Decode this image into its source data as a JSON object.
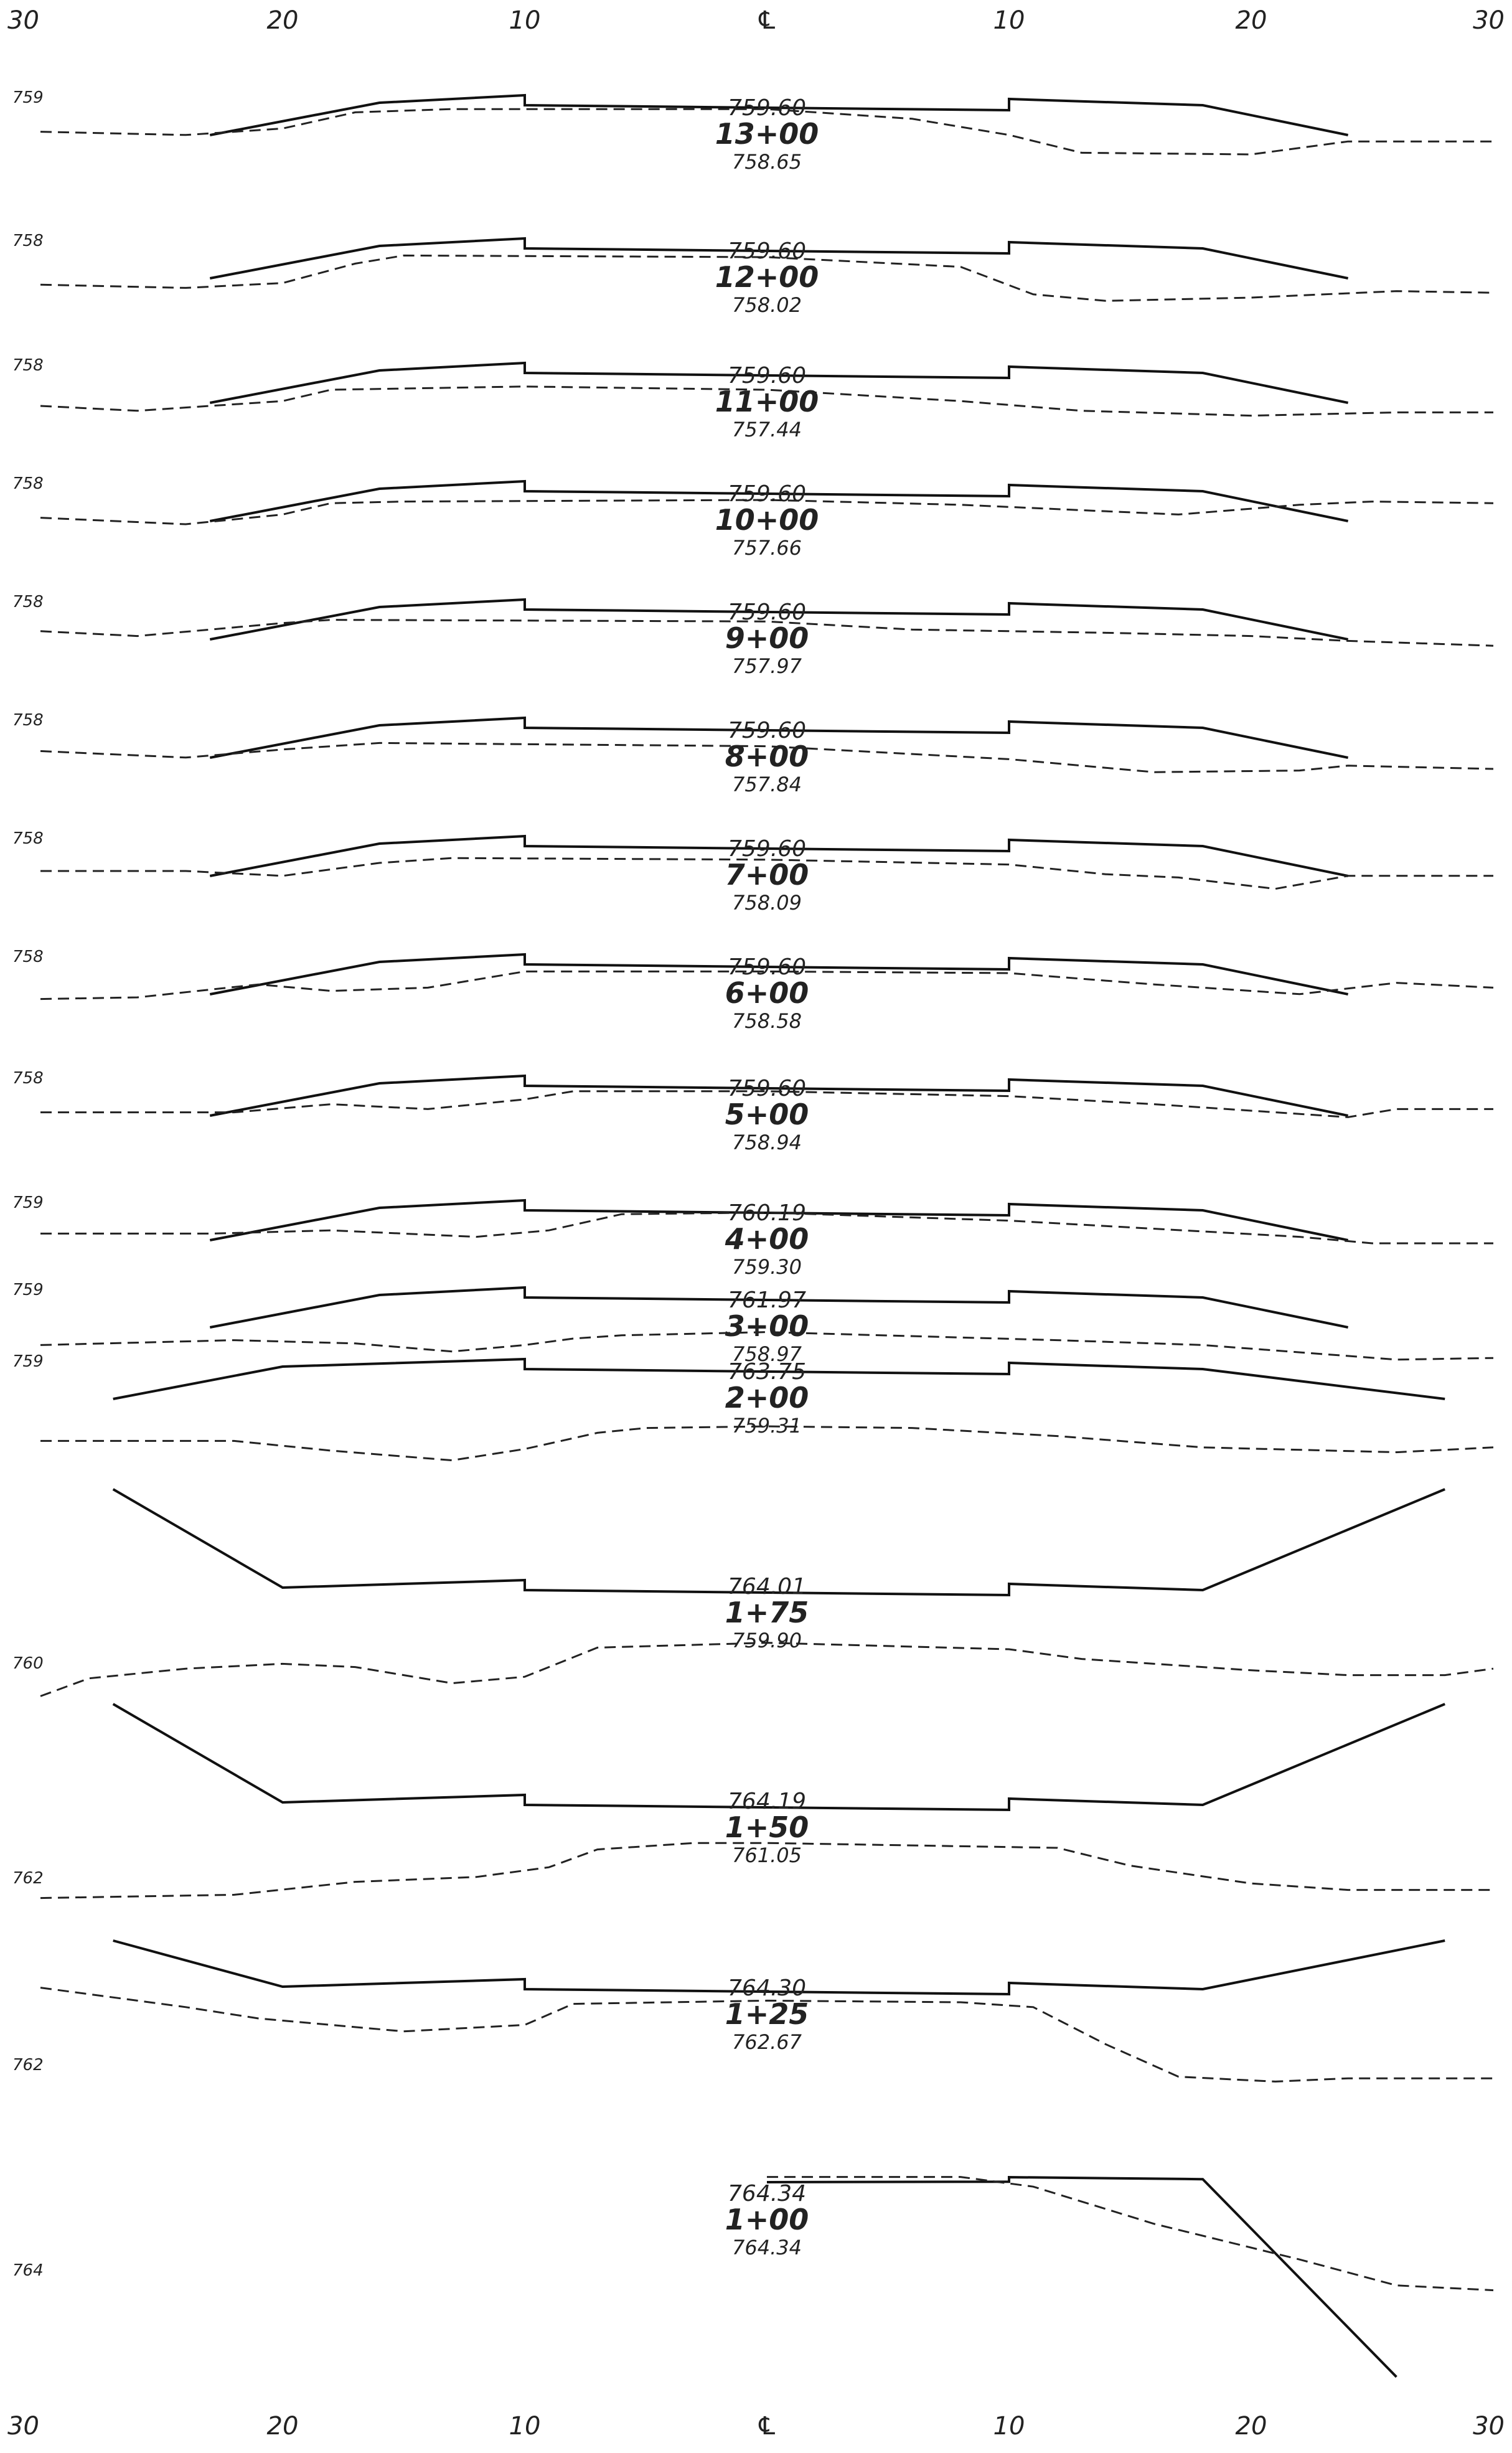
{
  "axis": {
    "ticks": [
      "30",
      "20",
      "10",
      "℄",
      "10",
      "20",
      "30"
    ],
    "tick_offsets_ft": [
      -30,
      -20,
      -10,
      0,
      10,
      20,
      30
    ]
  },
  "sections": [
    {
      "elev_label": "759",
      "station": "13+00",
      "grade_elev": "759.60",
      "ground_elev": "758.65",
      "ground_profile": [
        [
          -30,
          -1.6
        ],
        [
          -24,
          -1.8
        ],
        [
          -20,
          -1.4
        ],
        [
          -17,
          -0.4
        ],
        [
          -13,
          -0.2
        ],
        [
          0,
          -0.2
        ],
        [
          6,
          -0.8
        ],
        [
          10,
          -1.8
        ],
        [
          13,
          -2.9
        ],
        [
          20,
          -3.0
        ],
        [
          24,
          -2.2
        ],
        [
          30,
          -2.2
        ]
      ]
    },
    {
      "elev_label": "758",
      "station": "12+00",
      "grade_elev": "759.60",
      "ground_elev": "758.02",
      "ground_profile": [
        [
          -30,
          -2.2
        ],
        [
          -24,
          -2.4
        ],
        [
          -20,
          -2.1
        ],
        [
          -17,
          -0.9
        ],
        [
          -15,
          -0.4
        ],
        [
          0,
          -0.5
        ],
        [
          8,
          -1.1
        ],
        [
          11,
          -2.8
        ],
        [
          14,
          -3.2
        ],
        [
          20,
          -3.0
        ],
        [
          26,
          -2.6
        ],
        [
          30,
          -2.7
        ]
      ]
    },
    {
      "elev_label": "758",
      "station": "11+00",
      "grade_elev": "759.60",
      "ground_elev": "757.44",
      "ground_profile": [
        [
          -30,
          -2.0
        ],
        [
          -26,
          -2.3
        ],
        [
          -20,
          -1.7
        ],
        [
          -18,
          -1.0
        ],
        [
          -10,
          -0.8
        ],
        [
          0,
          -1.0
        ],
        [
          8,
          -1.7
        ],
        [
          13,
          -2.3
        ],
        [
          20,
          -2.6
        ],
        [
          26,
          -2.4
        ],
        [
          30,
          -2.4
        ]
      ]
    },
    {
      "elev_label": "758",
      "station": "10+00",
      "grade_elev": "759.60",
      "ground_elev": "757.66",
      "ground_profile": [
        [
          -30,
          -1.6
        ],
        [
          -24,
          -2.0
        ],
        [
          -20,
          -1.4
        ],
        [
          -18,
          -0.7
        ],
        [
          -15,
          -0.6
        ],
        [
          0,
          -0.5
        ],
        [
          8,
          -0.8
        ],
        [
          17,
          -1.4
        ],
        [
          22,
          -0.8
        ],
        [
          25,
          -0.6
        ],
        [
          30,
          -0.7
        ]
      ]
    },
    {
      "elev_label": "758",
      "station": "9+00",
      "grade_elev": "759.60",
      "ground_elev": "757.97",
      "ground_profile": [
        [
          -30,
          -1.3
        ],
        [
          -26,
          -1.6
        ],
        [
          -20,
          -0.8
        ],
        [
          -18,
          -0.6
        ],
        [
          0,
          -0.7
        ],
        [
          6,
          -1.2
        ],
        [
          14,
          -1.4
        ],
        [
          20,
          -1.6
        ],
        [
          24,
          -1.9
        ],
        [
          30,
          -2.2
        ]
      ]
    },
    {
      "elev_label": "758",
      "station": "8+00",
      "grade_elev": "759.60",
      "ground_elev": "757.84",
      "ground_profile": [
        [
          -30,
          -1.4
        ],
        [
          -24,
          -1.8
        ],
        [
          -20,
          -1.3
        ],
        [
          -16,
          -0.9
        ],
        [
          0,
          -1.1
        ],
        [
          10,
          -1.9
        ],
        [
          16,
          -2.7
        ],
        [
          22,
          -2.6
        ],
        [
          24,
          -2.3
        ],
        [
          30,
          -2.5
        ]
      ]
    },
    {
      "elev_label": "758",
      "station": "7+00",
      "grade_elev": "759.60",
      "ground_elev": "758.09",
      "ground_profile": [
        [
          -30,
          -1.5
        ],
        [
          -24,
          -1.5
        ],
        [
          -20,
          -1.8
        ],
        [
          -16,
          -1.0
        ],
        [
          -13,
          -0.7
        ],
        [
          0,
          -0.8
        ],
        [
          10,
          -1.1
        ],
        [
          14,
          -1.7
        ],
        [
          17,
          -1.9
        ],
        [
          21,
          -2.6
        ],
        [
          24,
          -1.8
        ],
        [
          30,
          -1.8
        ]
      ]
    },
    {
      "elev_label": "758",
      "station": "6+00",
      "grade_elev": "759.60",
      "ground_elev": "758.58",
      "ground_profile": [
        [
          -30,
          -2.1
        ],
        [
          -26,
          -2.0
        ],
        [
          -21,
          -1.2
        ],
        [
          -18,
          -1.6
        ],
        [
          -14,
          -1.4
        ],
        [
          -10,
          -0.4
        ],
        [
          0,
          -0.4
        ],
        [
          10,
          -0.5
        ],
        [
          16,
          -1.2
        ],
        [
          22,
          -1.8
        ],
        [
          26,
          -1.1
        ],
        [
          30,
          -1.4
        ]
      ]
    },
    {
      "elev_label": "758",
      "station": "5+00",
      "grade_elev": "759.60",
      "ground_elev": "758.94",
      "ground_profile": [
        [
          -30,
          -1.6
        ],
        [
          -22,
          -1.6
        ],
        [
          -18,
          -1.1
        ],
        [
          -14,
          -1.4
        ],
        [
          -10,
          -0.8
        ],
        [
          -8,
          -0.3
        ],
        [
          0,
          -0.3
        ],
        [
          10,
          -0.6
        ],
        [
          16,
          -1.1
        ],
        [
          24,
          -1.9
        ],
        [
          26,
          -1.4
        ],
        [
          30,
          -1.4
        ]
      ]
    },
    {
      "elev_label": "759",
      "station": "4+00",
      "grade_elev": "760.19",
      "ground_elev": "759.30",
      "ground_profile": [
        [
          -30,
          -1.4
        ],
        [
          -23,
          -1.4
        ],
        [
          -18,
          -1.2
        ],
        [
          -12,
          -1.6
        ],
        [
          -9,
          -1.2
        ],
        [
          -6,
          -0.2
        ],
        [
          0,
          -0.1
        ],
        [
          10,
          -0.6
        ],
        [
          22,
          -1.6
        ],
        [
          25,
          -2.0
        ],
        [
          30,
          -2.0
        ]
      ]
    },
    {
      "elev_label": "759",
      "station": "3+00",
      "grade_elev": "761.97",
      "ground_elev": "758.97",
      "ground_profile": [
        [
          -30,
          -2.9
        ],
        [
          -22,
          -2.6
        ],
        [
          -17,
          -2.8
        ],
        [
          -13,
          -3.3
        ],
        [
          -10,
          -2.9
        ],
        [
          -8,
          -2.5
        ],
        [
          -6,
          -2.3
        ],
        [
          0,
          -2.1
        ],
        [
          12,
          -2.6
        ],
        [
          18,
          -2.9
        ],
        [
          26,
          -3.8
        ],
        [
          30,
          -3.7
        ]
      ]
    },
    {
      "elev_label": "759",
      "station": "2+00",
      "grade_elev": "763.75",
      "ground_elev": "759.31",
      "ground_profile": [
        [
          -30,
          -4.4
        ],
        [
          -22,
          -4.4
        ],
        [
          -18,
          -5.0
        ],
        [
          -13,
          -5.6
        ],
        [
          -10,
          -4.9
        ],
        [
          -7,
          -3.9
        ],
        [
          -5,
          -3.6
        ],
        [
          0,
          -3.5
        ],
        [
          6,
          -3.6
        ],
        [
          12,
          -4.1
        ],
        [
          18,
          -4.8
        ],
        [
          26,
          -5.1
        ],
        [
          30,
          -4.8
        ]
      ]
    },
    {
      "elev_label": "760",
      "station": "1+75",
      "grade_elev": "764.01",
      "ground_elev": "759.90",
      "ground_profile": [
        [
          -30,
          -6.9
        ],
        [
          -28,
          -5.8
        ],
        [
          -24,
          -5.2
        ],
        [
          -20,
          -4.9
        ],
        [
          -17,
          -5.1
        ],
        [
          -13,
          -6.1
        ],
        [
          -10,
          -5.7
        ],
        [
          -7,
          -3.9
        ],
        [
          0,
          -3.6
        ],
        [
          10,
          -4.0
        ],
        [
          13,
          -4.6
        ],
        [
          20,
          -5.3
        ],
        [
          24,
          -5.6
        ],
        [
          28,
          -5.6
        ],
        [
          30,
          -5.2
        ]
      ]
    },
    {
      "elev_label": "762",
      "station": "1+50",
      "grade_elev": "764.19",
      "ground_elev": "761.05",
      "ground_profile": [
        [
          -30,
          -6.1
        ],
        [
          -26,
          -6.0
        ],
        [
          -22,
          -5.9
        ],
        [
          -17,
          -5.1
        ],
        [
          -12,
          -4.8
        ],
        [
          -9,
          -4.2
        ],
        [
          -7,
          -3.1
        ],
        [
          -3,
          -2.7
        ],
        [
          0,
          -2.7
        ],
        [
          12,
          -3.0
        ],
        [
          15,
          -4.1
        ],
        [
          20,
          -5.2
        ],
        [
          24,
          -5.6
        ],
        [
          30,
          -5.6
        ]
      ]
    },
    {
      "elev_label": "762",
      "station": "1+25",
      "grade_elev": "764.30",
      "ground_elev": "762.67",
      "ground_profile": [
        [
          -30,
          -0.1
        ],
        [
          -24,
          -1.3
        ],
        [
          -21,
          -2.0
        ],
        [
          -15,
          -2.8
        ],
        [
          -10,
          -2.4
        ],
        [
          -8,
          -1.1
        ],
        [
          0,
          -0.9
        ],
        [
          8,
          -1.0
        ],
        [
          11,
          -1.3
        ],
        [
          14,
          -3.6
        ],
        [
          17,
          -5.6
        ],
        [
          21,
          -5.9
        ],
        [
          24,
          -5.7
        ],
        [
          30,
          -5.7
        ]
      ]
    },
    {
      "elev_label": "764",
      "station": "1+00",
      "grade_elev": "764.34",
      "ground_elev": "764.34",
      "ground_profile": [
        [
          0,
          0.9
        ],
        [
          8,
          0.9
        ],
        [
          11,
          0.3
        ],
        [
          16,
          -2.0
        ],
        [
          22,
          -4.2
        ],
        [
          26,
          -5.8
        ],
        [
          30,
          -6.1
        ]
      ]
    }
  ]
}
